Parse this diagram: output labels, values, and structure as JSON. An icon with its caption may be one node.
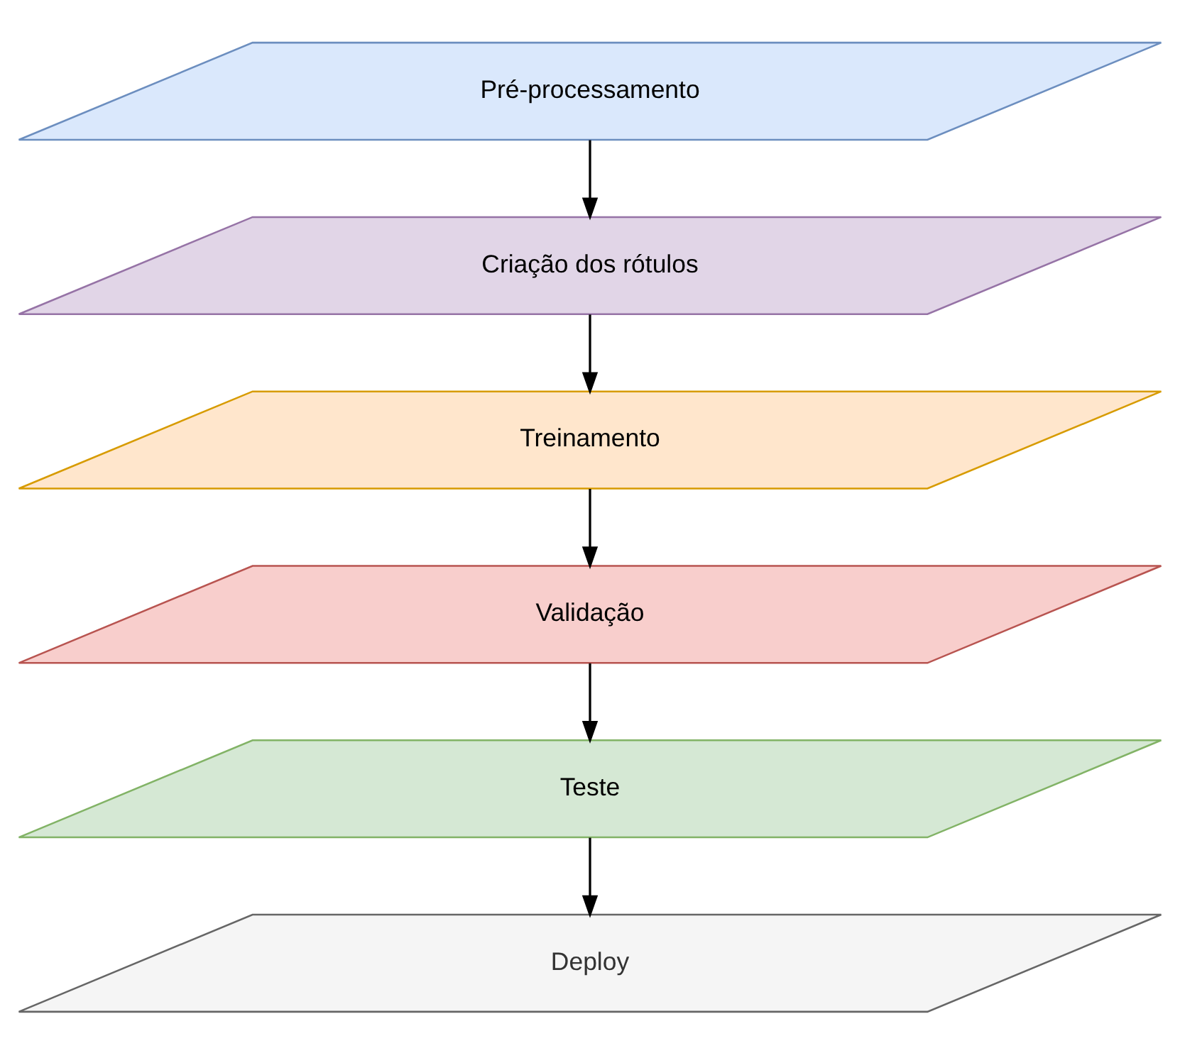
{
  "diagram": {
    "nodes": [
      {
        "text": [
          "Pré-processamento"
        ]
      },
      {
        "text": [
          "Criação dos rótulos"
        ]
      },
      {
        "text": [
          "Treinamento"
        ]
      },
      {
        "text": [
          "Validação"
        ]
      },
      {
        "text": [
          "Teste"
        ]
      },
      {
        "text": [
          "Deploy"
        ]
      }
    ],
    "edges": [
      {
        "from": 0,
        "to": 1,
        "arrow": "to"
      },
      {
        "from": 1,
        "to": 2,
        "arrow": "to"
      },
      {
        "from": 2,
        "to": 3,
        "arrow": "to"
      },
      {
        "from": 3,
        "to": 4,
        "arrow": "to"
      },
      {
        "from": 4,
        "to": 5,
        "arrow": "to"
      }
    ]
  }
}
